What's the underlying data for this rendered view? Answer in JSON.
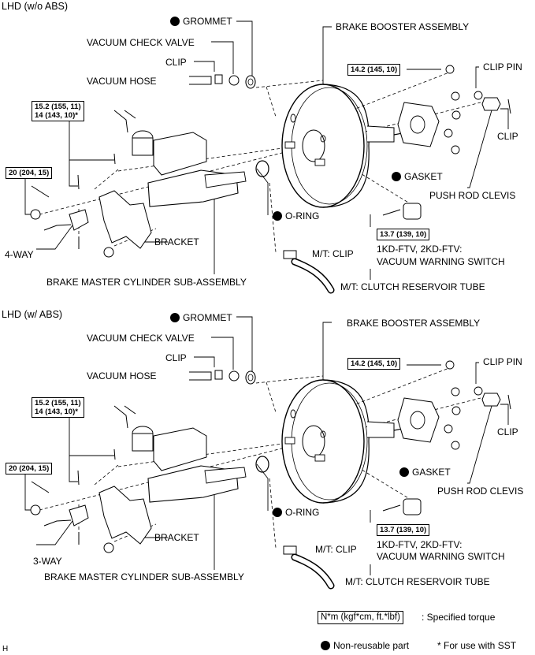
{
  "sections": [
    {
      "title": "LHD (w/o ABS)",
      "labels": {
        "grommet": "GROMMET",
        "vacuum_check_valve": "VACUUM CHECK VALVE",
        "clip_left": "CLIP",
        "vacuum_hose": "VACUUM HOSE",
        "brake_booster": "BRAKE BOOSTER ASSEMBLY",
        "clip_pin": "CLIP PIN",
        "clip_right": "CLIP",
        "gasket": "GASKET",
        "push_rod_clevis": "PUSH ROD CLEVIS",
        "o_ring": "O-RING",
        "bracket": "BRACKET",
        "way": "4-WAY",
        "mt_clip": "M/T: CLIP",
        "switch_line1": "1KD-FTV, 2KD-FTV:",
        "switch_line2": "VACUUM WARNING SWITCH",
        "master_cylinder": "BRAKE MASTER CYLINDER SUB-ASSEMBLY",
        "reservoir_tube": "M/T: CLUTCH RESERVOIR TUBE"
      },
      "torques": {
        "booster_nut": "14.2 (145, 10)",
        "tube_nut_line1": "15.2 (155, 11)",
        "tube_nut_line2": "14 (143, 10)*",
        "union": "20 (204, 15)",
        "switch": "13.7 (139, 10)"
      }
    },
    {
      "title": "LHD (w/ ABS)",
      "labels": {
        "grommet": "GROMMET",
        "vacuum_check_valve": "VACUUM CHECK VALVE",
        "clip_left": "CLIP",
        "vacuum_hose": "VACUUM HOSE",
        "brake_booster": "BRAKE BOOSTER ASSEMBLY",
        "clip_pin": "CLIP PIN",
        "clip_right": "CLIP",
        "gasket": "GASKET",
        "push_rod_clevis": "PUSH ROD CLEVIS",
        "o_ring": "O-RING",
        "bracket": "BRACKET",
        "way": "3-WAY",
        "mt_clip": "M/T: CLIP",
        "switch_line1": "1KD-FTV, 2KD-FTV:",
        "switch_line2": "VACUUM WARNING SWITCH",
        "master_cylinder": "BRAKE MASTER CYLINDER SUB-ASSEMBLY",
        "reservoir_tube": "M/T: CLUTCH RESERVOIR TUBE"
      },
      "torques": {
        "booster_nut": "14.2 (145, 10)",
        "tube_nut_line1": "15.2 (155, 11)",
        "tube_nut_line2": "14 (143, 10)*",
        "union": "20 (204, 15)",
        "switch": "13.7 (139, 10)"
      }
    }
  ],
  "legend": {
    "torque_box": "N*m (kgf*cm, ft.*lbf)",
    "torque_text": ": Specified torque",
    "nonreusable": "Non-reusable part",
    "sst": "* For use with SST"
  },
  "corner_mark": "H"
}
